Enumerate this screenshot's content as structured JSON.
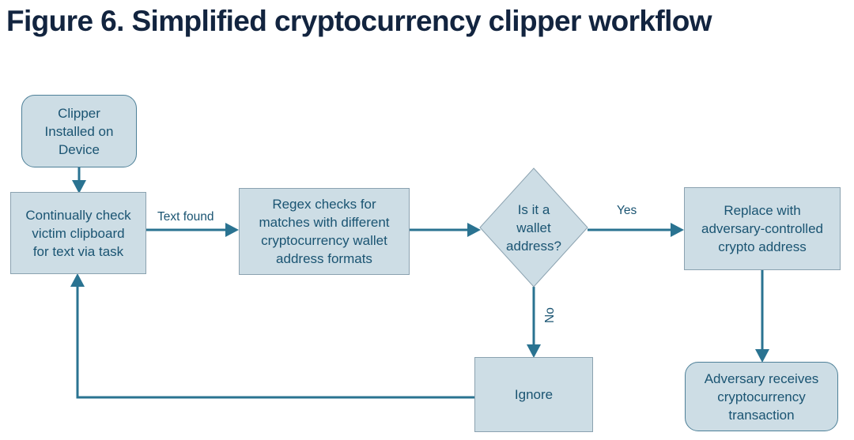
{
  "figure": {
    "title": "Figure 6. Simplified cryptocurrency clipper workflow",
    "title_color": "#12243f",
    "background": "#ffffff"
  },
  "style": {
    "node_fill": "#cddde5",
    "node_border": "#8ba2b0",
    "rounded_border": "#4e8098",
    "node_text": "#1a5472",
    "connector": "#2a7391"
  },
  "diagram": {
    "type": "flowchart",
    "nodes": [
      {
        "id": "clipper-installed",
        "shape": "rounded-rectangle",
        "lines": [
          "Clipper",
          "Installed on",
          "Device"
        ],
        "text": "Clipper Installed on Device"
      },
      {
        "id": "continually-check",
        "shape": "rectangle",
        "lines": [
          "Continually check",
          "victim clipboard",
          "for text via task"
        ],
        "text": "Continually check victim clipboard for text via task"
      },
      {
        "id": "regex-checks",
        "shape": "rectangle",
        "lines": [
          "Regex checks for",
          "matches with different",
          "cryptocurrency wallet",
          "address formats"
        ],
        "text": "Regex checks for matches with different cryptocurrency wallet address formats"
      },
      {
        "id": "is-wallet-address",
        "shape": "diamond",
        "lines": [
          "Is it a",
          "wallet",
          "address?"
        ],
        "text": "Is it a wallet address?"
      },
      {
        "id": "replace-address",
        "shape": "rectangle",
        "lines": [
          "Replace with",
          "adversary-controlled",
          "crypto address"
        ],
        "text": "Replace with adversary-controlled crypto address"
      },
      {
        "id": "ignore",
        "shape": "rectangle",
        "lines": [
          "Ignore"
        ],
        "text": "Ignore"
      },
      {
        "id": "adversary-receives",
        "shape": "rounded-rectangle",
        "lines": [
          "Adversary receives",
          "cryptocurrency",
          "transaction"
        ],
        "text": "Adversary receives cryptocurrency transaction"
      }
    ],
    "edges": [
      {
        "id": "edge-clipper-to-check",
        "from": "clipper-installed",
        "to": "continually-check",
        "label": ""
      },
      {
        "id": "edge-check-to-regex",
        "from": "continually-check",
        "to": "regex-checks",
        "label": "Text found"
      },
      {
        "id": "edge-regex-to-decision",
        "from": "regex-checks",
        "to": "is-wallet-address",
        "label": ""
      },
      {
        "id": "edge-decision-yes",
        "from": "is-wallet-address",
        "to": "replace-address",
        "label": "Yes"
      },
      {
        "id": "edge-decision-no",
        "from": "is-wallet-address",
        "to": "ignore",
        "label": "No"
      },
      {
        "id": "edge-replace-to-adversary",
        "from": "replace-address",
        "to": "adversary-receives",
        "label": ""
      },
      {
        "id": "edge-ignore-to-check",
        "from": "ignore",
        "to": "continually-check",
        "label": ""
      }
    ]
  }
}
